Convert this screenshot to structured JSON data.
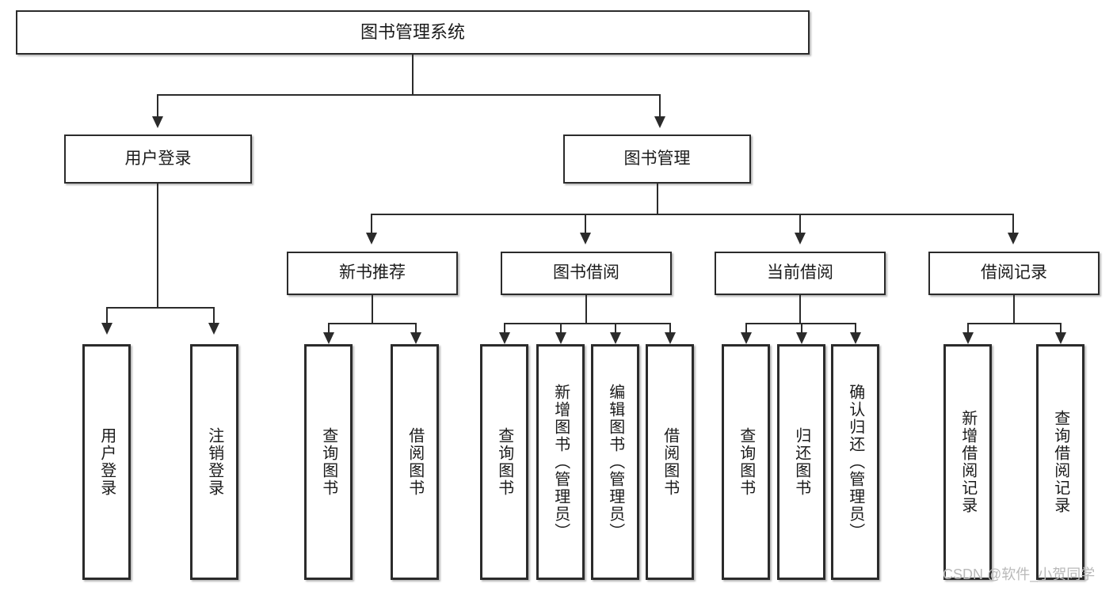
{
  "diagram": {
    "title": "图书管理系统",
    "type": "tree-hierarchy",
    "root": {
      "label": "图书管理系统"
    },
    "level2": [
      {
        "label": "用户登录"
      },
      {
        "label": "图书管理"
      }
    ],
    "level3": [
      {
        "label": "新书推荐"
      },
      {
        "label": "图书借阅"
      },
      {
        "label": "当前借阅"
      },
      {
        "label": "借阅记录"
      }
    ],
    "leaves": {
      "user_login": [
        {
          "label": "用户登录"
        },
        {
          "label": "注销登录"
        }
      ],
      "new_book_recommend": [
        {
          "label": "查询图书"
        },
        {
          "label": "借阅图书"
        }
      ],
      "book_borrow": [
        {
          "label": "查询图书"
        },
        {
          "label": "新增图书（管理员）"
        },
        {
          "label": "编辑图书（管理员）"
        },
        {
          "label": "借阅图书"
        }
      ],
      "current_borrow": [
        {
          "label": "查询图书"
        },
        {
          "label": "归还图书"
        },
        {
          "label": "确认归还（管理员）"
        }
      ],
      "borrow_record": [
        {
          "label": "新增借阅记录"
        },
        {
          "label": "查询借阅记录"
        }
      ]
    }
  },
  "watermark": {
    "text": "CSDN @软件_小贺同学"
  },
  "colors": {
    "box_border": "#2b2b2b",
    "box_fill": "#ffffff",
    "text": "#1b1b1b",
    "watermark": "#b9b9b9",
    "background": "#ffffff"
  }
}
